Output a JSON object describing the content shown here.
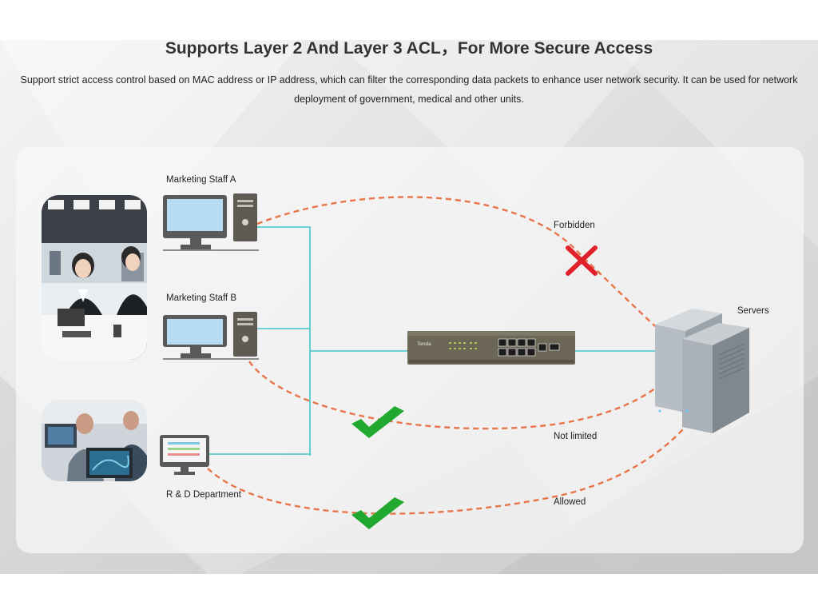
{
  "header": {
    "title": "Supports Layer 2 And Layer 3 ACL，For More Secure Access",
    "description": "Support strict access control based on MAC address or IP address, which can filter the corresponding data packets to enhance user network security. It can be used for network deployment of government, medical and other units."
  },
  "nodes": {
    "staff_a": "Marketing Staff A",
    "staff_b": "Marketing Staff B",
    "rd": "R & D Department",
    "servers": "Servers",
    "switch_brand": "Tenda"
  },
  "paths": {
    "forbidden": "Forbidden",
    "not_limited": "Not limited",
    "allowed": "Allowed"
  },
  "icons": {
    "forbidden": "cross-icon",
    "allowed": "check-icon"
  },
  "colors": {
    "link": "#3ec8c8",
    "path": "#e8744a",
    "forbidden": "#e0212b",
    "allowed": "#21a82e"
  }
}
